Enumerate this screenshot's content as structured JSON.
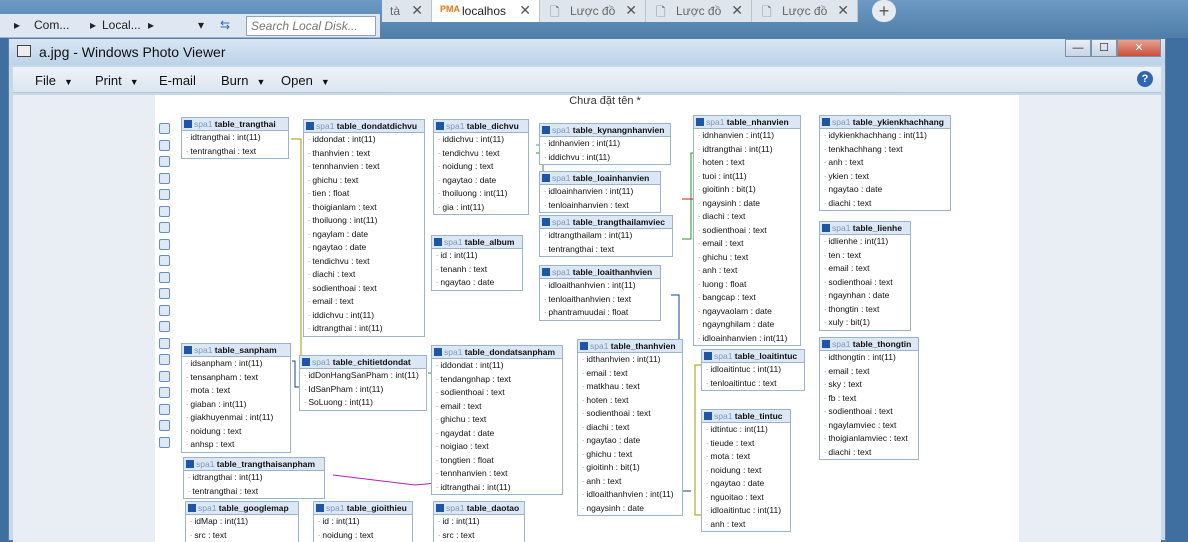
{
  "taskbar": {
    "breadcrumb": [
      "Com...",
      "Local...",
      ""
    ],
    "search_placeholder": "Search Local Disk..."
  },
  "browser": {
    "tabs": [
      {
        "label": "tà",
        "close": "✕"
      },
      {
        "label": "localhos",
        "close": "✕"
      },
      {
        "label": "Lược đồ",
        "close": "✕"
      },
      {
        "label": "Lược đồ",
        "close": "✕"
      },
      {
        "label": "Lược đồ",
        "close": "✕"
      }
    ],
    "new_tab": "+"
  },
  "window": {
    "title": "a.jpg - Windows Photo Viewer",
    "controls": {
      "minimize": "—",
      "maximize": "☐",
      "close": "✕"
    },
    "menu": [
      {
        "label": "File",
        "arrow": "▼"
      },
      {
        "label": "Print",
        "arrow": "▼"
      },
      {
        "label": "E-mail",
        "arrow": ""
      },
      {
        "label": "Burn",
        "arrow": "▼"
      },
      {
        "label": "Open",
        "arrow": "▼"
      }
    ],
    "help": "?"
  },
  "image": {
    "header_title": "Chưa đặt tên *",
    "db_prefix": "spa1",
    "tables": [
      {
        "name": "table_trangthai",
        "rows": [
          "idtrangthai : int(11)",
          "tentrangthai : text"
        ]
      },
      {
        "name": "table_dondatdichvu",
        "rows": [
          "iddondat : int(11)",
          "thanhvien : text",
          "tennhanvien : text",
          "ghichu : text",
          "tien : float",
          "thoigianlam : text",
          "thoiluong : int(11)",
          "ngaylam : date",
          "ngaytao : date",
          "tendichvu : text",
          "diachi : text",
          "sodienthoai : text",
          "email : text",
          "iddichvu : int(11)",
          "idtrangthai : int(11)"
        ]
      },
      {
        "name": "table_dichvu",
        "rows": [
          "iddichvu : int(11)",
          "tendichvu : text",
          "noidung : text",
          "ngaytao : date",
          "thoiluong : int(11)",
          "gia : int(11)"
        ]
      },
      {
        "name": "table_kynangnhanvien",
        "rows": [
          "idnhanvien : int(11)",
          "iddichvu : int(11)"
        ]
      },
      {
        "name": "table_loainhanvien",
        "rows": [
          "idloainhanvien : int(11)",
          "tenloainhanvien : text"
        ]
      },
      {
        "name": "table_trangthailamviec",
        "rows": [
          "idtrangthailam : int(11)",
          "tentrangthai : text"
        ]
      },
      {
        "name": "table_loaithanhvien",
        "rows": [
          "idloaithanhvien : int(11)",
          "tenloaithanhvien : text",
          "phantramuudai : float"
        ]
      },
      {
        "name": "table_album",
        "rows": [
          "id : int(11)",
          "tenanh : text",
          "ngaytao : date"
        ]
      },
      {
        "name": "table_nhanvien",
        "rows": [
          "idnhanvien : int(11)",
          "idtrangthai : int(11)",
          "hoten : text",
          "tuoi : int(11)",
          "gioitinh : bit(1)",
          "ngaysinh : date",
          "diachi : text",
          "sodienthoai : text",
          "email : text",
          "ghichu : text",
          "anh : text",
          "luong : float",
          "bangcap : text",
          "ngayvaolam : date",
          "ngaynghilam : date",
          "idloainhanvien : int(11)"
        ]
      },
      {
        "name": "table_ykienkhachhang",
        "rows": [
          "idykienkhachhang : int(11)",
          "tenkhachhang : text",
          "anh : text",
          "ykien : text",
          "ngaytao : date",
          "diachi : text"
        ]
      },
      {
        "name": "table_lienhe",
        "rows": [
          "idlienhe : int(11)",
          "ten : text",
          "email : text",
          "sodienthoai : text",
          "ngaynhan : date",
          "thongtin : text",
          "xuly : bit(1)"
        ]
      },
      {
        "name": "table_thongtin",
        "rows": [
          "idthongtin : int(11)",
          "email : text",
          "sky : text",
          "fb : text",
          "sodienthoai : text",
          "ngaylamviec : text",
          "thoigianlamviec : text",
          "diachi : text"
        ]
      },
      {
        "name": "table_sanpham",
        "rows": [
          "idsanpham : int(11)",
          "tensanpham : text",
          "mota : text",
          "giaban : int(11)",
          "giakhuyenmai : int(11)",
          "noidung : text",
          "anhsp : text"
        ]
      },
      {
        "name": "table_chitietdondat",
        "rows": [
          "idDonHangSanPham : int(11)",
          "IdSanPham : int(11)",
          "SoLuong : int(11)"
        ]
      },
      {
        "name": "table_dondatsanpham",
        "rows": [
          "iddondat : int(11)",
          "tendangnhap : text",
          "sodienthoai : text",
          "email : text",
          "ghichu : text",
          "ngaydat : date",
          "noigiao : text",
          "tongtien : float",
          "tennhanvien : text",
          "idtrangthai : int(11)"
        ]
      },
      {
        "name": "table_thanhvien",
        "rows": [
          "idthanhvien : int(11)",
          "email : text",
          "matkhau : text",
          "hoten : text",
          "sodienthoai : text",
          "diachi : text",
          "ngaytao : date",
          "ghichu : text",
          "gioitinh : bit(1)",
          "anh : text",
          "idloaithanhvien : int(11)",
          "ngaysinh : date"
        ]
      },
      {
        "name": "table_loaitintuc",
        "rows": [
          "idloaitintuc : int(11)",
          "tenloaitintuc : text"
        ]
      },
      {
        "name": "table_tintuc",
        "rows": [
          "idtintuc : int(11)",
          "tieude : text",
          "mota : text",
          "noidung : text",
          "ngaytao : date",
          "nguoitao : text",
          "idloaitintuc : int(11)",
          "anh : text"
        ]
      },
      {
        "name": "table_trangthaisanpham",
        "rows": [
          "idtrangthai : int(11)",
          "tentrangthai : text"
        ]
      },
      {
        "name": "table_googlemap",
        "rows": [
          "idMap : int(11)",
          "src : text"
        ]
      },
      {
        "name": "table_gioithieu",
        "rows": [
          "id : int(11)",
          "noidung : text"
        ]
      },
      {
        "name": "table_daotao",
        "rows": [
          "id : int(11)",
          "src : text"
        ]
      }
    ]
  }
}
